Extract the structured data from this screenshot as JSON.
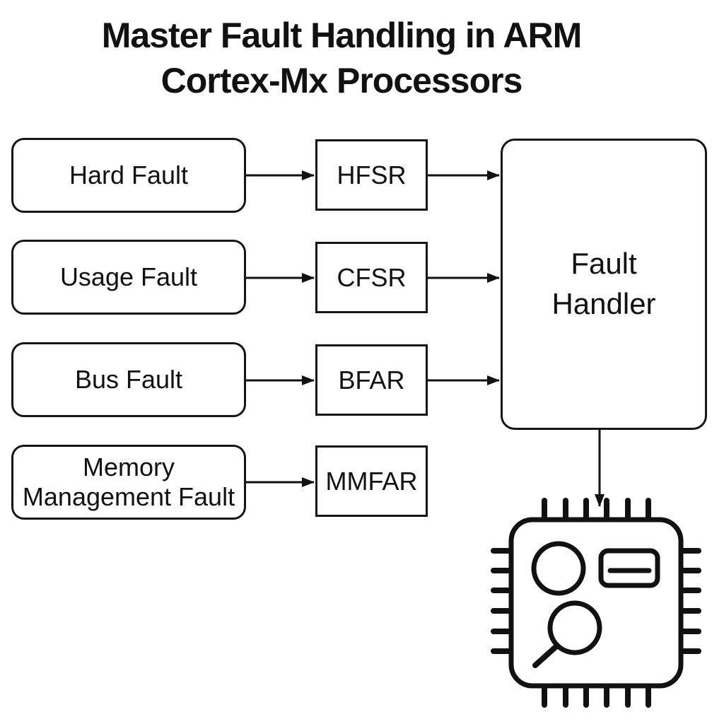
{
  "title": {
    "line1": "Master Fault Handling in ARM",
    "line2": "Cortex-Mx Processors"
  },
  "colors": {
    "ink": "#111111",
    "background": "#ffffff"
  },
  "diagram": {
    "rows": [
      {
        "source": "Hard Fault",
        "source_lines": [
          "Hard Fault"
        ],
        "register": "HFSR",
        "to_handler": true
      },
      {
        "source": "Usage Fault",
        "source_lines": [
          "Usage Fault"
        ],
        "register": "CFSR",
        "to_handler": true
      },
      {
        "source": "Bus Fault",
        "source_lines": [
          "Bus Fault"
        ],
        "register": "BFAR",
        "to_handler": true
      },
      {
        "source": "Memory Management Fault",
        "source_lines": [
          "Memory",
          "Management Fault"
        ],
        "register": "MMFAR",
        "to_handler": false
      }
    ],
    "handler": {
      "label": "Fault Handler",
      "lines": [
        "Fault",
        "Handler"
      ]
    },
    "connections": [
      {
        "from": "Hard Fault",
        "to": "HFSR"
      },
      {
        "from": "Usage Fault",
        "to": "CFSR"
      },
      {
        "from": "Bus Fault",
        "to": "BFAR"
      },
      {
        "from": "Memory Management Fault",
        "to": "MMFAR"
      },
      {
        "from": "HFSR",
        "to": "Fault Handler"
      },
      {
        "from": "CFSR",
        "to": "Fault Handler"
      },
      {
        "from": "BFAR",
        "to": "Fault Handler"
      },
      {
        "from": "Fault Handler",
        "to": "microcontroller-chip"
      }
    ],
    "chip_icon": "microcontroller-chip"
  }
}
